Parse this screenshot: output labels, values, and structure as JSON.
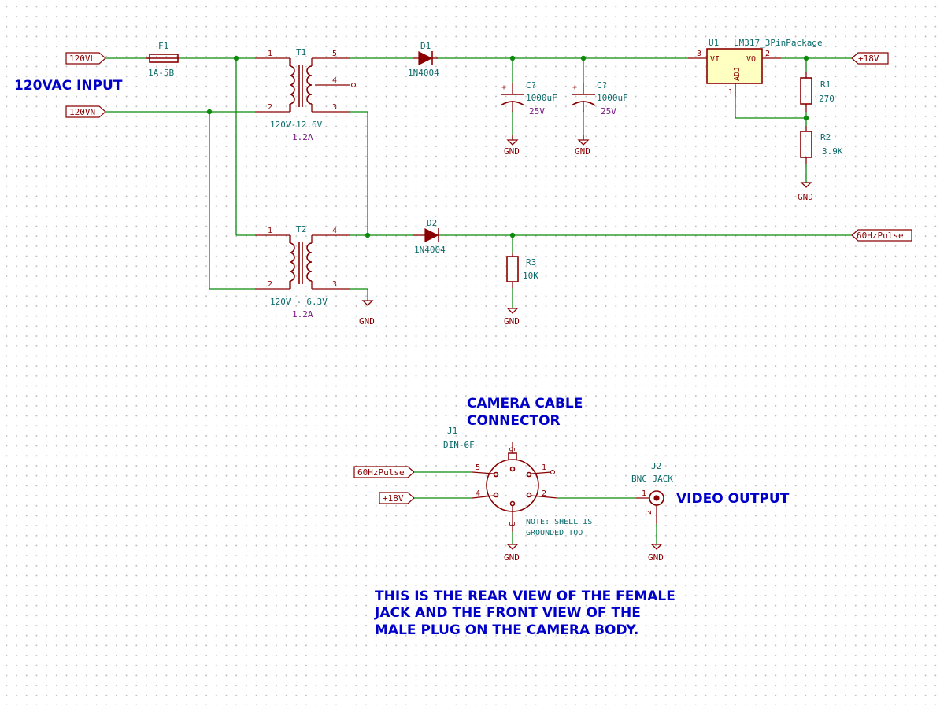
{
  "title_notes": {
    "input": "120VAC INPUT",
    "camera_line1": "CAMERA CABLE",
    "camera_line2": "CONNECTOR",
    "video_output": "VIDEO OUTPUT",
    "footer_line1": "THIS IS THE REAR VIEW OF THE FEMALE",
    "footer_line2": "JACK AND THE FRONT VIEW OF THE",
    "footer_line3": "MALE PLUG ON THE CAMERA BODY.",
    "shell_note1": "NOTE: SHELL IS",
    "shell_note2": "GROUNDED TOO"
  },
  "labels": {
    "v120l": "120VL",
    "v120n": "120VN",
    "plus18": "+18V",
    "pulse": "60HzPulse",
    "gnd": "GND"
  },
  "fuse": {
    "ref": "F1",
    "value": "1A-5B"
  },
  "t1": {
    "ref": "T1",
    "value": "120V-12.6V",
    "current": "1.2A",
    "pins": [
      "1",
      "2",
      "5",
      "4",
      "3"
    ]
  },
  "t2": {
    "ref": "T2",
    "value": "120V - 6.3V",
    "current": "1.2A",
    "pins": [
      "1",
      "2",
      "4",
      "3"
    ]
  },
  "d1": {
    "ref": "D1",
    "value": "1N4004"
  },
  "d2": {
    "ref": "D2",
    "value": "1N4004"
  },
  "c1": {
    "ref": "C?",
    "value": "1000uF",
    "voltage": "25V"
  },
  "c2": {
    "ref": "C?",
    "value": "1000uF",
    "voltage": "25V"
  },
  "u1": {
    "ref": "U1",
    "value": "LM317_3PinPackage",
    "vi": "VI",
    "vo": "VO",
    "adj": "ADJ",
    "pin_vi": "3",
    "pin_vo": "2",
    "pin_adj": "1"
  },
  "r1": {
    "ref": "R1",
    "value": "270"
  },
  "r2": {
    "ref": "R2",
    "value": "3.9K"
  },
  "r3": {
    "ref": "R3",
    "value": "10K"
  },
  "j1": {
    "ref": "J1",
    "value": "DIN-6F",
    "pins": [
      "1",
      "2",
      "3",
      "4",
      "5",
      "6"
    ]
  },
  "j2": {
    "ref": "J2",
    "value": "BNC JACK",
    "pins": [
      "1",
      "2"
    ]
  }
}
